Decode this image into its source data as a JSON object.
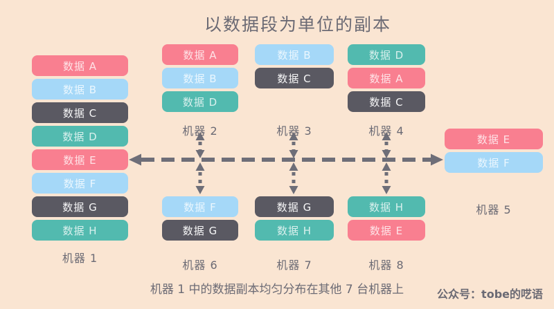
{
  "title": "以数据段为单位的副本",
  "caption": "机器 1 中的数据副本均匀分布在其他 7 台机器上",
  "watermark": "公众号：tobe的呓语",
  "palette": {
    "background": "#FAE5D2",
    "pink": "#F97F90",
    "blue": "#A5D8F8",
    "dark": "#5A5962",
    "teal": "#52BAAF",
    "arrow": "#6E6E78",
    "text": "#6B6A74"
  },
  "machines": [
    {
      "label": "机器 1",
      "blocks": [
        {
          "label": "数据 A",
          "color": "pink"
        },
        {
          "label": "数据 B",
          "color": "blue"
        },
        {
          "label": "数据 C",
          "color": "dark"
        },
        {
          "label": "数据 D",
          "color": "teal"
        },
        {
          "label": "数据 E",
          "color": "pink"
        },
        {
          "label": "数据 F",
          "color": "blue"
        },
        {
          "label": "数据 G",
          "color": "dark"
        },
        {
          "label": "数据 H",
          "color": "teal"
        }
      ]
    },
    {
      "label": "机器 2",
      "blocks": [
        {
          "label": "数据 A",
          "color": "pink"
        },
        {
          "label": "数据 B",
          "color": "blue"
        },
        {
          "label": "数据 D",
          "color": "teal"
        }
      ]
    },
    {
      "label": "机器 3",
      "blocks": [
        {
          "label": "数据 B",
          "color": "blue"
        },
        {
          "label": "数据 C",
          "color": "dark"
        }
      ]
    },
    {
      "label": "机器 4",
      "blocks": [
        {
          "label": "数据 D",
          "color": "teal"
        },
        {
          "label": "数据 A",
          "color": "pink"
        },
        {
          "label": "数据 C",
          "color": "dark"
        }
      ]
    },
    {
      "label": "机器 5",
      "blocks": [
        {
          "label": "数据 E",
          "color": "pink"
        },
        {
          "label": "数据 F",
          "color": "blue"
        }
      ]
    },
    {
      "label": "机器 6",
      "blocks": [
        {
          "label": "数据 F",
          "color": "blue"
        },
        {
          "label": "数据 G",
          "color": "dark"
        }
      ]
    },
    {
      "label": "机器 7",
      "blocks": [
        {
          "label": "数据 G",
          "color": "dark"
        },
        {
          "label": "数据 H",
          "color": "teal"
        }
      ]
    },
    {
      "label": "机器 8",
      "blocks": [
        {
          "label": "数据 H",
          "color": "teal"
        },
        {
          "label": "数据 E",
          "color": "pink"
        }
      ]
    }
  ]
}
